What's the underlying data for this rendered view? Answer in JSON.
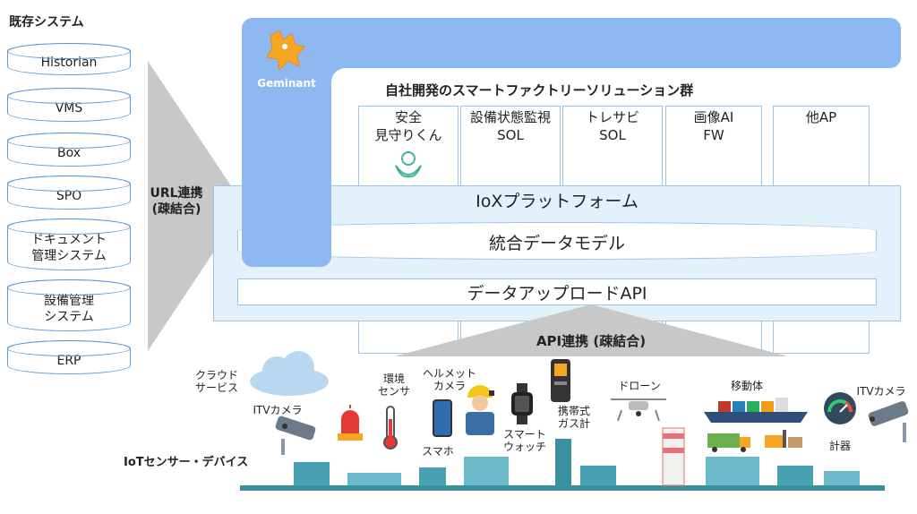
{
  "legacy": {
    "title": "既存システム",
    "systems": [
      "Historian",
      "VMS",
      "Box",
      "SPO",
      "ドキュメント\n管理システム",
      "設備管理\nシステム",
      "ERP"
    ]
  },
  "url_link": "URL連携\n(疎結合)",
  "logo": {
    "text": "Geminant"
  },
  "solutions": {
    "title": "自社開発のスマートファクトリーソリューション群",
    "items": [
      "安全\n見守りくん",
      "設備状態監視\nSOL",
      "トレサビ\nSOL",
      "画像AI\nFW",
      "他AP"
    ]
  },
  "platform": {
    "title": "IoXプラットフォーム",
    "model": "統合データモデル",
    "api": "データアップロードAPI"
  },
  "api_link": "API連携 (疎結合)",
  "devices": {
    "cloud": "クラウド\nサービス",
    "itv_left": "ITVカメラ",
    "env_sensor": "環境\nセンサ",
    "helmet_camera": "ヘルメット\nカメラ",
    "smartphone": "スマホ",
    "smartwatch": "スマート\nウォッチ",
    "gas_meter": "携帯式\nガス計",
    "drone": "ドローン",
    "mobile": "移動体",
    "gauge": "計器",
    "itv_right": "ITVカメラ",
    "section_label": "IoTセンサー・デバイス"
  },
  "colors": {
    "accent_blue": "#8db8f2",
    "light_blue": "#e3f1fb",
    "border_blue": "#5b9bd5",
    "arrow_gray": "#c8c8c8",
    "factory_teal": "#3a8fa0"
  }
}
